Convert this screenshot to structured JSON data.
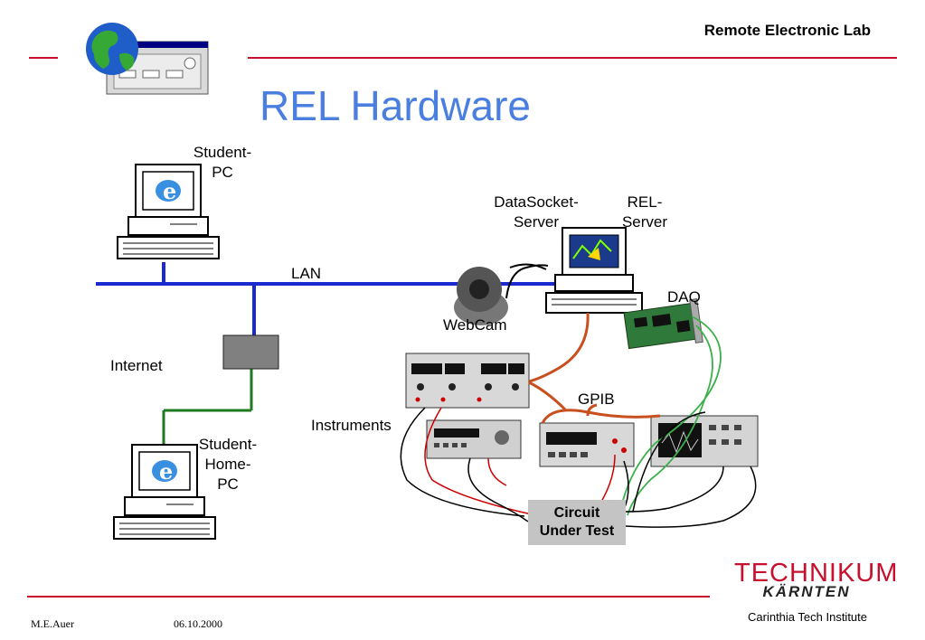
{
  "header": {
    "lab_name": "Remote Electronic Lab"
  },
  "slide_title": "REL Hardware",
  "labels": {
    "student_pc": [
      "Student-",
      "PC"
    ],
    "lan": "LAN",
    "datasocket_server": [
      "DataSocket-",
      "Server"
    ],
    "rel_server": [
      "REL-",
      "Server"
    ],
    "daq": "DAQ",
    "webcam": "WebCam",
    "internet": "Internet",
    "gpib": "GPIB",
    "instruments": "Instruments",
    "student_home_pc": [
      "Student-",
      "Home-",
      "PC"
    ],
    "circuit_under_test": [
      "Circuit",
      "Under Test"
    ]
  },
  "logo": {
    "main": "TECHNIKUM",
    "sub": "KÄRNTEN",
    "caption": "Carinthia Tech Institute"
  },
  "footer": {
    "author": "M.E.Auer",
    "date": "06.10.2000"
  },
  "colors": {
    "title": "#4a7fe0",
    "rule": "#c8102e",
    "lan": "#1a2ad0",
    "internet": "#1e7a1e",
    "gpib": "#c8501e",
    "daq_cable": "#3bb04a"
  }
}
